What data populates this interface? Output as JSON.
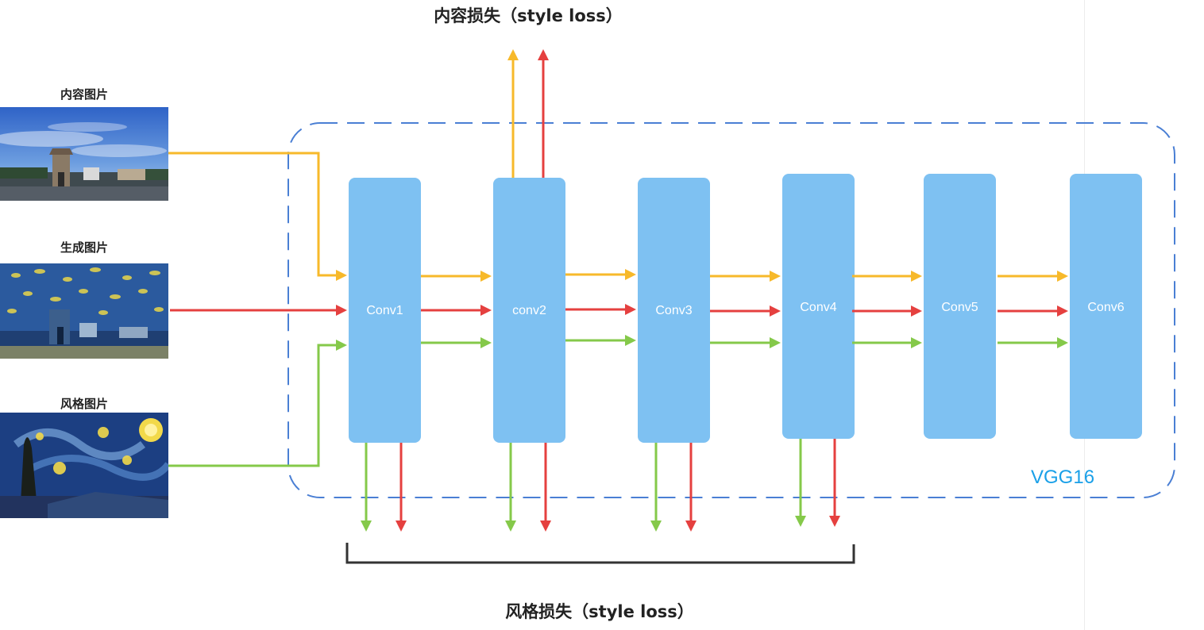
{
  "title_top": "内容损失（style loss）",
  "title_bottom": "风格损失（style loss）",
  "inputs": {
    "content": "内容图片",
    "generated": "生成图片",
    "style": "风格图片"
  },
  "network": {
    "name": "VGG16",
    "layers": [
      "Conv1",
      "conv2",
      "Conv3",
      "Conv4",
      "Conv5",
      "Conv6"
    ]
  },
  "colors": {
    "content_path": "#f7b92a",
    "generated_path": "#e5403f",
    "style_path": "#85c94a",
    "conv_block": "#7ec1f2",
    "vgg_border": "#4a7fd4",
    "vgg_label": "#1aa0e8"
  }
}
